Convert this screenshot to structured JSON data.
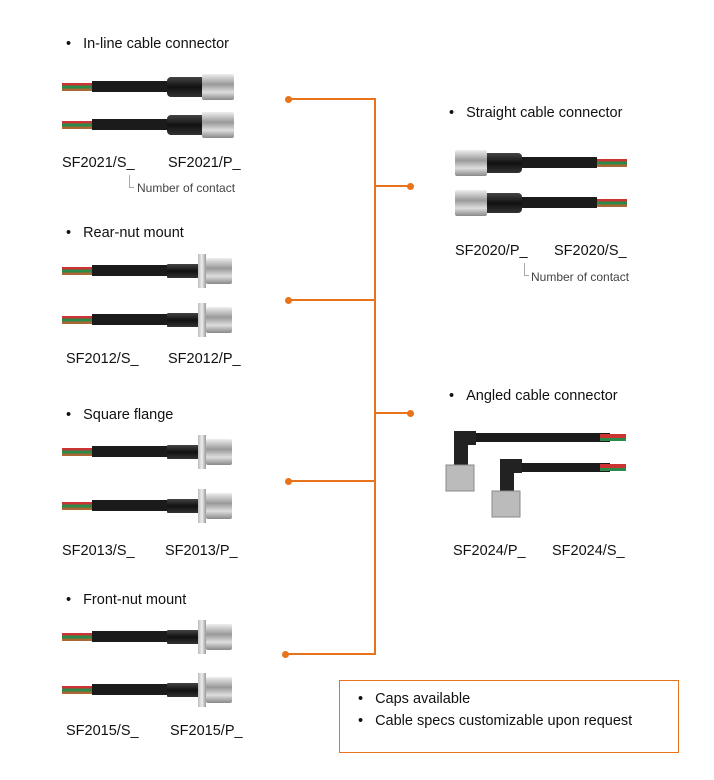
{
  "groups": {
    "inline": {
      "title": "In-line cable connector",
      "left": "SF2021/S_",
      "right": "SF2021/P_",
      "note": "Number of contact"
    },
    "rear": {
      "title": "Rear-nut mount",
      "left": "SF2012/S_",
      "right": "SF2012/P_"
    },
    "square": {
      "title": "Square flange",
      "left": "SF2013/S_",
      "right": "SF2013/P_"
    },
    "front": {
      "title": "Front-nut mount",
      "left": "SF2015/S_",
      "right": "SF2015/P_"
    },
    "straight": {
      "title": "Straight cable connector",
      "left": "SF2020/P_",
      "right": "SF2020/S_",
      "note": "Number of contact"
    },
    "angled": {
      "title": "Angled  cable connector",
      "left": "SF2024/P_",
      "right": "SF2024/S_"
    }
  },
  "notes_box": [
    "Caps available",
    "Cable specs customizable upon request"
  ],
  "colors": {
    "accent": "#e8731a"
  }
}
